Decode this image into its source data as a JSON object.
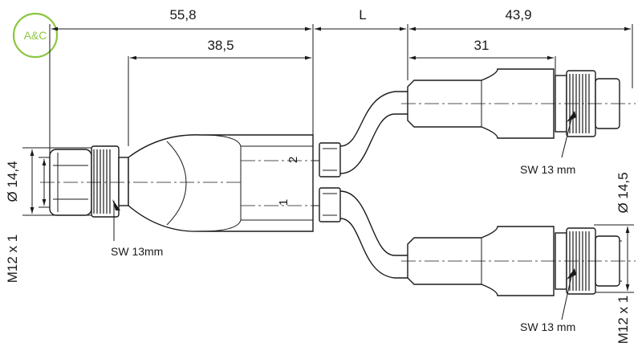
{
  "logo": {
    "text": "A&C",
    "color": "#8cc63f"
  },
  "dimensions": {
    "total_left": "55,8",
    "cable_length": "L",
    "total_right": "43,9",
    "splitter_body": "38,5",
    "right_connector": "31",
    "left_diameter": "Ø 14,4",
    "left_thread": "M12 x 1",
    "right_diameter": "Ø 14,5",
    "right_thread": "M12 x 1"
  },
  "labels": {
    "sw_left": "SW 13mm",
    "sw_top_right": "SW 13 mm",
    "sw_bottom_right": "SW 13 mm"
  },
  "pins": {
    "top": "2",
    "bottom": "1"
  }
}
